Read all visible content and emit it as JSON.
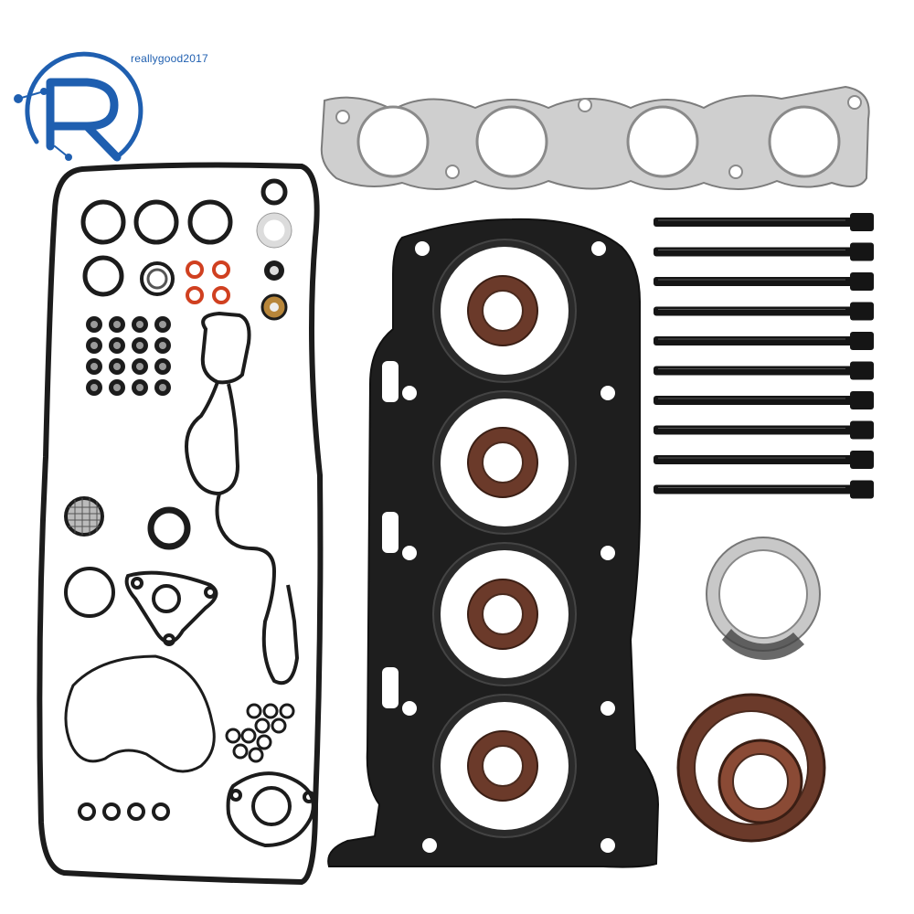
{
  "watermark": {
    "text": "reallygood2017",
    "color": "#1f5fb0"
  },
  "palette": {
    "gasket_black": "#1c1c1c",
    "seal_brown": "#6b3a2a",
    "seal_brown_light": "#8a4a35",
    "oring_red": "#d04020",
    "manifold_silver": "#c9c9c9",
    "bolt_black": "#151515",
    "white": "#ffffff"
  },
  "components": {
    "head_gasket_cylinders": 4,
    "head_bolts": 10,
    "valve_stem_seals": 16,
    "manifold_ports": 4,
    "red_orings": 4,
    "spark_plug_tube_seals": 4
  }
}
